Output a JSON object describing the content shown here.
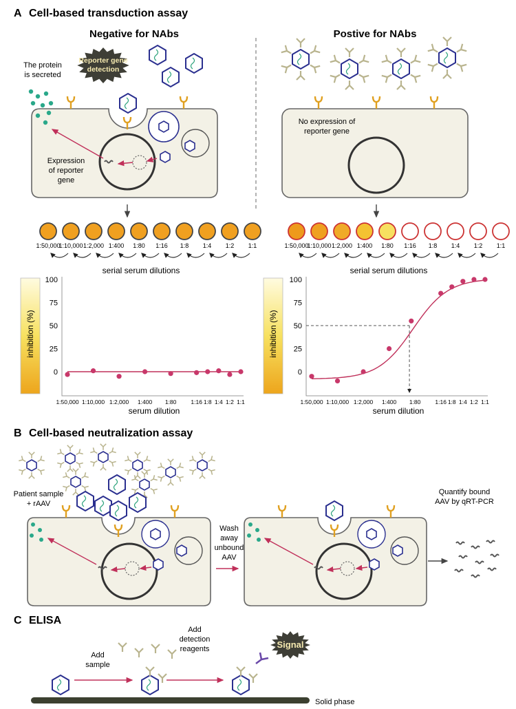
{
  "panel_a": {
    "letter": "A",
    "title": "Cell-based transduction assay",
    "negative_title": "Negative for NAbs",
    "positive_title": "Postive for NAbs",
    "burst_line1": "Reporter gene",
    "burst_line2": "detection",
    "secreted_line1": "The protein",
    "secreted_line2": "is secreted",
    "expression_line1": "Expression",
    "expression_line2": "of reporter",
    "expression_line3": "gene",
    "no_expr_line1": "No expression of",
    "no_expr_line2": "reporter gene",
    "dilution_labels": [
      "1:50,000",
      "1:10,000",
      "1:2,000",
      "1:400",
      "1:80",
      "1:16",
      "1:8",
      "1:4",
      "1:2",
      "1:1"
    ],
    "serial_label": "serial serum dilutions",
    "legend_label": "inhibition (%)",
    "colors": {
      "well_orange": "#f0a020",
      "well_red_edge": "#cc3333",
      "curve": "#c0305a",
      "cell_fill": "#f3f1e6",
      "virus": "#2a2f8f"
    }
  },
  "chart_data": [
    {
      "type": "scatter",
      "title": "",
      "xlabel": "serum dilution",
      "ylabel": "",
      "ylim": [
        0,
        100
      ],
      "yticks": [
        0,
        25,
        50,
        75,
        100
      ],
      "categories": [
        "1:50,000",
        "1:10,000",
        "1:2,000",
        "1:400",
        "1:80",
        "1:16",
        "1:8",
        "1:4",
        "1:2",
        "1:1"
      ],
      "series": [
        {
          "points": [
            [
              -4.7,
              -3
            ],
            [
              -4.0,
              1
            ],
            [
              -3.3,
              -5
            ],
            [
              -2.6,
              0
            ],
            [
              -1.9,
              -2
            ],
            [
              -1.2,
              -1
            ],
            [
              -0.9,
              0
            ],
            [
              -0.6,
              1
            ],
            [
              -0.3,
              -3
            ],
            [
              0.0,
              0
            ]
          ]
        }
      ],
      "fit": "flat"
    },
    {
      "type": "scatter",
      "title": "",
      "xlabel": "serum dilution",
      "ylabel": "",
      "ylim": [
        0,
        100
      ],
      "yticks": [
        0,
        25,
        50,
        75,
        100
      ],
      "categories": [
        "1:50,000",
        "1:10,000",
        "1:2,000",
        "1:400",
        "1:80",
        "1:16",
        "1:8",
        "1:4",
        "1:2",
        "1:1"
      ],
      "series": [
        {
          "points": [
            [
              -4.7,
              -5
            ],
            [
              -4.0,
              -10
            ],
            [
              -3.3,
              0
            ],
            [
              -2.6,
              25
            ],
            [
              -2.0,
              55
            ],
            [
              -1.2,
              85
            ],
            [
              -0.9,
              92
            ],
            [
              -0.6,
              98
            ],
            [
              -0.3,
              100
            ],
            [
              0.0,
              100
            ]
          ]
        }
      ],
      "fit": "sigmoid",
      "ic50_label": "1:80",
      "ic50_value": 50
    }
  ],
  "panel_b": {
    "letter": "B",
    "title": "Cell-based neutralization assay",
    "patient_line1": "Patient sample",
    "patient_line2": "+ rAAV",
    "wash_line1": "Wash",
    "wash_line2": "away",
    "wash_line3": "unbound",
    "wash_line4": "AAV",
    "quantify_line1": "Quantify bound",
    "quantify_line2": "AAV by qRT-PCR"
  },
  "panel_c": {
    "letter": "C",
    "title": "ELISA",
    "add_sample_line1": "Add",
    "add_sample_line2": "sample",
    "add_det_line1": "Add",
    "add_det_line2": "detection",
    "add_det_line3": "reagents",
    "signal": "Signal",
    "solid_phase": "Solid phase"
  }
}
